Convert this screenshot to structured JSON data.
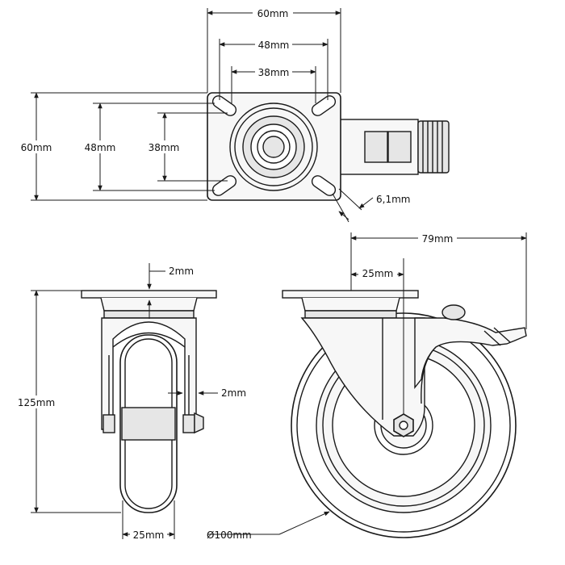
{
  "top_view": {
    "dim_width_60": "60mm",
    "dim_width_48": "48mm",
    "dim_width_38": "38mm",
    "dim_height_60": "60mm",
    "dim_height_48": "48mm",
    "dim_height_38": "38mm",
    "dim_slot": "6,1mm"
  },
  "front_view": {
    "dim_plate_thickness": "2mm",
    "dim_fork_thickness": "2mm",
    "dim_height_125": "125mm",
    "dim_wheel_width": "25mm"
  },
  "side_view": {
    "dim_overall_79": "79mm",
    "dim_offset_25": "25mm",
    "dim_diameter": "Ø100mm"
  },
  "colors": {
    "line": "#1a1a1a",
    "fill_light": "#f7f7f7",
    "fill_mid": "#e6e6e6"
  }
}
